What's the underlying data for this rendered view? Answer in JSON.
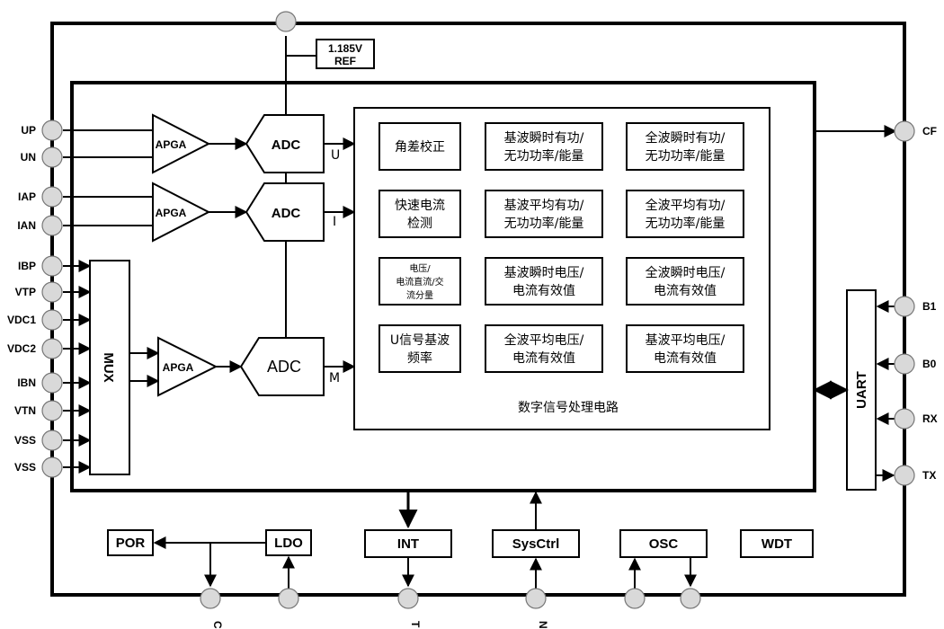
{
  "ref": {
    "top": "1.185V",
    "bottom": "REF"
  },
  "pins_left": [
    "UP",
    "UN",
    "IAP",
    "IAN",
    "IBP",
    "VTP",
    "VDC1",
    "VDC2",
    "IBN",
    "VTN",
    "VSS",
    "VSS"
  ],
  "pins_right": [
    "CF",
    "B1",
    "B0",
    "RX",
    "TX"
  ],
  "pins_bottom_partial": [
    "C",
    "T",
    "N"
  ],
  "apga_label": "APGA",
  "adc_label": "ADC",
  "mux_label": "MUX",
  "adc_outputs": [
    "U",
    "I",
    "M"
  ],
  "dsp": {
    "title": "数字信号处理电路",
    "cells": [
      {
        "lines": [
          "角差校正"
        ]
      },
      {
        "lines": [
          "基波瞬时有功/",
          "无功功率/能量"
        ]
      },
      {
        "lines": [
          "全波瞬时有功/",
          "无功功率/能量"
        ]
      },
      {
        "lines": [
          "快速电流",
          "检测"
        ]
      },
      {
        "lines": [
          "基波平均有功/",
          "无功功率/能量"
        ]
      },
      {
        "lines": [
          "全波平均有功/",
          "无功功率/能量"
        ]
      },
      {
        "lines": [
          "电压/",
          "电流直流/交",
          "流分量"
        ]
      },
      {
        "lines": [
          "基波瞬时电压/",
          "电流有效值"
        ]
      },
      {
        "lines": [
          "全波瞬时电压/",
          "电流有效值"
        ]
      },
      {
        "lines": [
          "U信号基波",
          "频率"
        ]
      },
      {
        "lines": [
          "全波平均电压/",
          "电流有效值"
        ]
      },
      {
        "lines": [
          "基波平均电压/",
          "电流有效值"
        ]
      }
    ]
  },
  "uart_label": "UART",
  "bottom_blocks": [
    "POR",
    "LDO",
    "INT",
    "SysCtrl",
    "OSC",
    "WDT"
  ]
}
